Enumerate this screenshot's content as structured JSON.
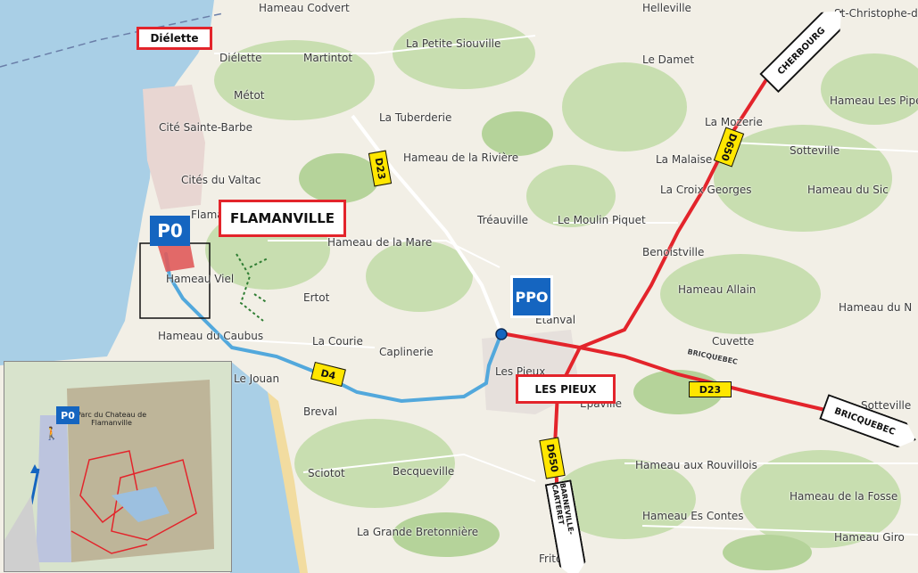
{
  "places": {
    "hameau_codvert": "Hameau Codvert",
    "helleville": "Helleville",
    "st_christophe": "St-Christophe-d",
    "dielette": "Diélette",
    "martintot": "Martintot",
    "petite_siouville": "La Petite Siouville",
    "le_damet": "Le Damet",
    "metot": "Métot",
    "tuberderie": "La Tuberderie",
    "la_mozerie": "La Mozerie",
    "hameau_les_pipes": "Hameau Les Pipe",
    "cite_sainte_barbe": "Cité Sainte-Barbe",
    "hameau_riviere": "Hameau de la Rivière",
    "sotteville": "Sotteville",
    "la_malaise": "La Malaise",
    "cites_valtac": "Cités du Valtac",
    "croix_georges": "La Croix Georges",
    "hameau_du_sic": "Hameau du Sic",
    "flamanville_short": "Flaman",
    "treauville": "Tréauville",
    "moulin_piquet": "Le Moulin Piquet",
    "hameau_mare": "Hameau de la Mare",
    "benoistville": "Benoistville",
    "hameau_viel": "Hameau Viel",
    "hameau_allain": "Hameau Allain",
    "ertot": "Ertot",
    "etanval": "Étanval",
    "hameau_du_n": "Hameau du N",
    "hameau_caubus": "Hameau du Caubus",
    "la_courie": "La Courie",
    "caplinerie": "Caplinerie",
    "cuvette": "Cuvette",
    "le_jouan": "Le Jouan",
    "les_pieux_small": "Les Pieux",
    "epaville": "Épaville",
    "sotteville_r": "Sotteville",
    "breval": "Breval",
    "sciotot": "Sciotot",
    "becqueville": "Becqueville",
    "hameau_rouvillois": "Hameau aux Rouvillois",
    "hameau_fosse": "Hameau de la Fosse",
    "hameau_es_contes": "Hameau Es Contes",
    "grande_bretonniere": "La Grande Bretonnière",
    "hameau_giro": "Hameau Giro",
    "fritot": "Fritot",
    "bricquebec_small": "BRICQUEBEC"
  },
  "boxes": {
    "dielette": "Diélette",
    "flamanville": "FLAMANVILLE",
    "les_pieux": "LES PIEUX"
  },
  "parking": {
    "p0": "P0",
    "ppo": "PPO",
    "inset_p0": "P0"
  },
  "roads": {
    "d23_north": "D23",
    "d650_north": "D650",
    "d4": "D4",
    "d23_east": "D23",
    "d650_south": "D650"
  },
  "directions": {
    "cherbourg": "CHERBOURG",
    "bricquebec": "BRICQUEBEC",
    "barneville": "BARNEVILLE-CARTERET"
  },
  "inset": {
    "title": "Parc du Chateau de Flamanville"
  },
  "colors": {
    "route_red": "#e3242b",
    "route_blue": "#52a8dc",
    "parking_blue": "#1565c0",
    "sea": "#a9cfe6",
    "road_label": "#ffe600"
  }
}
